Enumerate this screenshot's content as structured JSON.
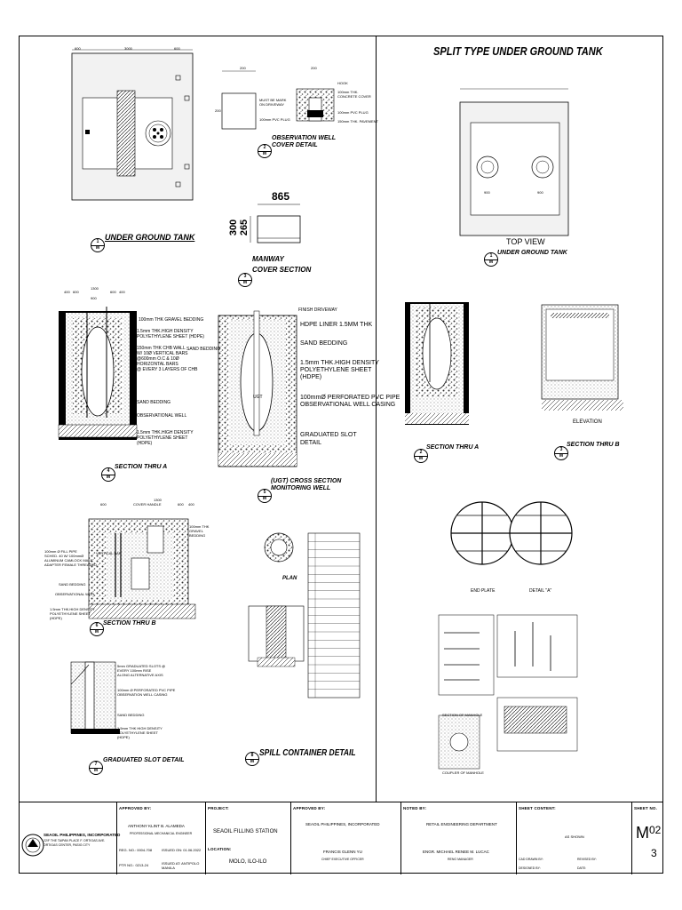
{
  "sheet_title": "SPLIT TYPE UNDER GROUND TANK",
  "left": {
    "plan": {
      "title": "UNDER GROUND TANK",
      "dims": [
        "600",
        "3000",
        "600"
      ]
    },
    "obs_well": {
      "title": "OBSERVATION WELL\nCOVER DETAIL",
      "dim_top": "200",
      "dim_side": "200",
      "dim_top2": "200",
      "notes_left": [
        "MUST BE MARK\nON DRIVEWAY",
        "100mm PVC PLUG"
      ],
      "notes_right": [
        "HOOK",
        "100mm THK.\nCONCRETE COVER",
        "100mm PVC PLUG",
        "150mm THK. PAVEMENT"
      ]
    },
    "manway": {
      "title": "MANWAY\nCOVER SECTION",
      "dim_w": "865",
      "dim_h1": "300",
      "dim_h2": "265"
    },
    "section_a": {
      "title": "SECTION THRU A",
      "dims": [
        "400",
        "600",
        "1300",
        "900",
        "600",
        "400"
      ],
      "notes": [
        "100mm THK GRAVEL BEDDING",
        "1.5mm THK.HIGH DENSITY\nPOLYETHYLENE SHEET (HDPE)",
        "150mm THK CHB WALL\nW/ 10Ø VERTICAL  BARS\n@600mm O.C & 10Ø\nHORIZONTAL BARS\n@ EVERY 3 LAYERS OF CHB",
        "SAND BEDDING",
        "SAND BEDDING",
        "OBSERVATIONAL WELL",
        "1.5mm THK.HIGH DENSITY\nPOLYETHYLENE SHEET\n(HDPE)"
      ]
    },
    "ust": {
      "title": "(UGT) CROSS SECTION\nMONITORING WELL",
      "notes": [
        "FINISH DRIVEWAY",
        "HDPE LINER 1.5MM THK",
        "SAND BEDDING",
        "1.5mm THK.HIGH DENSITY\nPOLYETHYLENE SHEET\n(HDPE)",
        "100mmØ PERFORATED PVC PIPE\nOBSERVATIONAL WELL CASING",
        "GRADUATED SLOT\nDETAIL"
      ],
      "tag": "UGT"
    },
    "section_b": {
      "title": "SECTION THRU B",
      "dims": [
        "600",
        "COVER HANDLE",
        "1300",
        "600",
        "400"
      ],
      "notes": [
        "100mm THK\nGRAVEL\nBEDDING",
        "100mm Ø FILL PIPE\nSCHED. 40 W/ 100mmØ\nALUMINUM CAMLOCK MALE\nADAPTER FEMALE THREADED",
        "VERTICAL BAR",
        "SAND BEDDING",
        "OBSERVATIONAL WELL",
        "1.5mm THK.HIGH DENSITY\nPOLYETHYLENE SHEET\n(HDPE)"
      ]
    },
    "slot": {
      "title": "GRADUATED SLOT DETAIL",
      "notes": [
        "5mm GRADUATED SLOTS @\nEVERY 100mm RISE\nALONG ALTERNATIVE AXIS",
        "100mm Ø PERFORATED PVC PIPE\nOBSERVATION WELL CASING",
        "SAND BEDDING",
        "1.5mm THK HIGH DENSITY\nPOLYETHYLENE SHEET\n(HDPE)"
      ]
    },
    "spill": {
      "title": "SPILL CONTAINER DETAIL",
      "plan_label": "PLAN"
    }
  },
  "right": {
    "top_view": {
      "title": "UNDER GROUND TANK",
      "caption": "TOP VIEW",
      "dims": [
        "900",
        "900"
      ]
    },
    "section_a": {
      "title": "SECTION THRU A"
    },
    "section_b": {
      "title": "SECTION THRU B",
      "caption": "ELEVATION"
    },
    "ends": {
      "labels": [
        "END PLATE",
        "DETAIL \"A\""
      ]
    },
    "manhole": {
      "labels": [
        "SECTION OF MANHOLE",
        "COUPLER OF MANHOLE"
      ]
    }
  },
  "titleblock": {
    "company": "SEAOIL PHILIPPINES, INCORPORATED",
    "company_addr": "22/F THE TAIPAN PLACE F. ORTIGAS AVE.\nORTIGAS CENTER, PASIG CITY",
    "approved_by_label": "APPROVED BY:",
    "engineer": "ANTHONY KLINT B. ALAMEDA",
    "engineer_role": "PROFESSIONAL MECHANICAL ENGINEER",
    "reg_no": "REG. NO.: 0004-708",
    "issued_on": "ISSUED ON: 01.06.2022",
    "ptr_no": "PTR NO.: 0213-24",
    "issued_at": "ISSUED AT: ANTIPOLO MANILA",
    "project_label": "PROJECT:",
    "project": "SEAOIL FILLING STATION",
    "location_label": "LOCATION:",
    "location": "MOLO, ILO-ILO",
    "approved2_label": "APPROVED BY:",
    "approved2_company": "SEAOIL PHILIPPINES, INCORPORATED",
    "approved2_name": "FRANCIS GLENN YU",
    "approved2_role": "CHIEF EXECUTIVE OFFICER",
    "noted_label": "NOTED BY:",
    "noted_dept": "RETAIL ENGINEERING DEPARTMENT",
    "noted_name": "ENGR. MICHAEL RENEE M. LUCAC",
    "noted_role": "RENG MANAGER",
    "sheet_content_label": "SHEET CONTENT:",
    "scale": "AS SHOWN",
    "cad_by": "CAD DRAWN BY:",
    "designed_by": "DESIGNED BY:",
    "revised_by": "REVISED BY:",
    "date": "DATE:",
    "sheet_no_label": "SHEET NO.",
    "sheet_prefix": "M",
    "sheet_no": "02",
    "sheet_total": "3"
  }
}
